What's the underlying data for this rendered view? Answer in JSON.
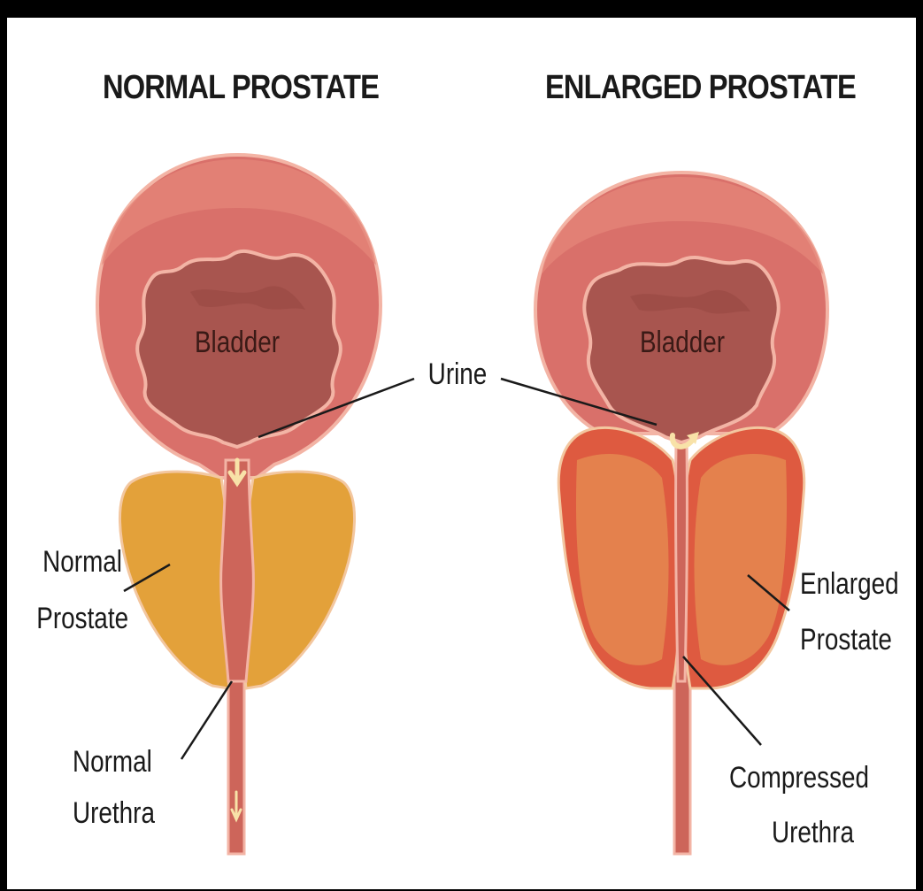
{
  "diagram": {
    "titles": {
      "normal": "NORMAL PROSTATE",
      "enlarged": "ENLARGED PROSTATE"
    },
    "labels": {
      "bladder_left": "Bladder",
      "bladder_right": "Bladder",
      "urine": "Urine",
      "normal_prostate": [
        "Normal",
        "Prostate"
      ],
      "normal_urethra": [
        "Normal",
        "Urethra"
      ],
      "enlarged_prostate": [
        "Enlarged",
        "Prostate"
      ],
      "compressed_urethra": [
        "Compressed",
        "Urethra"
      ]
    },
    "colors": {
      "bladder_outer": "#d9706a",
      "bladder_rim": "#f3b4a5",
      "bladder_inner": "#a8554f",
      "normal_prostate": "#e3a13a",
      "enlarged_prostate": "#de5a40",
      "enlarged_core": "#e58850",
      "urethra": "#cd655a",
      "urine_arrow": "#f8e2a8"
    }
  }
}
